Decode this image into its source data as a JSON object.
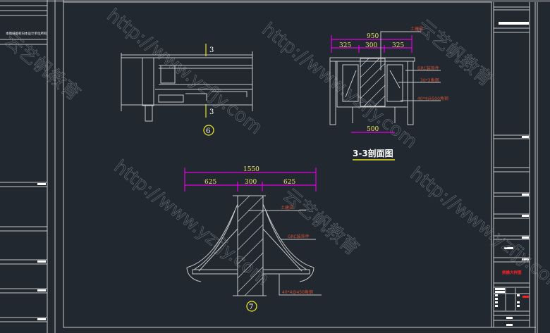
{
  "section_label": {
    "number": "3"
  },
  "detail_6": {
    "marker": "6"
  },
  "detail_7": {
    "marker": "7"
  },
  "section_3_3": {
    "title": "3-3剖面图",
    "dims_top": "950",
    "dims_parts": [
      "325",
      "300",
      "325"
    ],
    "dim_bottom": "500",
    "notes": [
      "土建梁",
      "GRC装饰件",
      "30*3角钢",
      "40*4@500角钢"
    ]
  },
  "section_7": {
    "dims_top": "1550",
    "dims_parts": [
      "625",
      "300",
      "625"
    ],
    "notes": [
      "土建梁",
      "GRC装饰件",
      "40*4@450角钢"
    ]
  },
  "title_block": {
    "drawing_name": "挑檐大样图"
  },
  "left_panel": {
    "header_text": "本图纸版权归本设计单位所有"
  },
  "watermark": {
    "url": "http://www.yzfjy.com",
    "brand": "云艺帆教育"
  },
  "colors": {
    "background": "#212830",
    "dimension": "#e000e0",
    "dimension_text": "#e8e060",
    "note": "#d05030",
    "line": "#c8c8c8"
  }
}
